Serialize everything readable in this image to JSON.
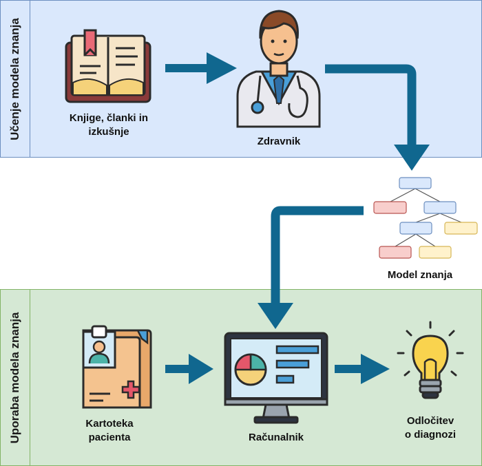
{
  "panels": {
    "top_label": "Učenje modela znanja",
    "bottom_label": "Uporaba modela znanja"
  },
  "nodes": {
    "books": "Knjige, članki in izkušnje",
    "books_line1": "Knjige, članki in",
    "books_line2": "izkušnje",
    "doctor": "Zdravnik",
    "model": "Model znanja",
    "patient_file_line1": "Kartoteka",
    "patient_file_line2": "pacienta",
    "computer": "Računalnik",
    "decision_line1": "Odločitev",
    "decision_line2": "o diagnozi"
  },
  "colors": {
    "arrow": "#10678f",
    "top_panel": "#dae8fc",
    "bottom_panel": "#d5e8d4",
    "tree_blue": "#dae8fc",
    "tree_red": "#f8cecc",
    "tree_yellow": "#fff2cc"
  }
}
